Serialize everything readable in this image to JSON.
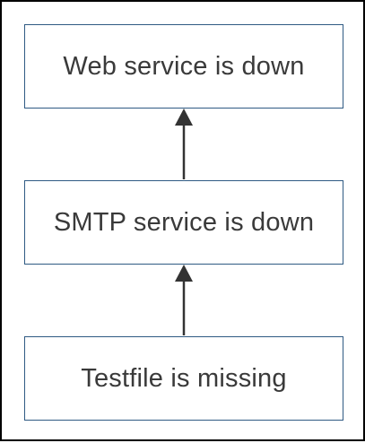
{
  "diagram": {
    "nodes": [
      {
        "id": "web",
        "label": "Web service is down"
      },
      {
        "id": "smtp",
        "label": "SMTP service is down"
      },
      {
        "id": "test",
        "label": "Testfile is missing"
      }
    ],
    "edges": [
      {
        "from": "test",
        "to": "smtp"
      },
      {
        "from": "smtp",
        "to": "web"
      }
    ],
    "colors": {
      "frame_border": "#000000",
      "node_border": "#2f5a83",
      "text": "#3a3a3a",
      "arrow": "#333333"
    }
  }
}
